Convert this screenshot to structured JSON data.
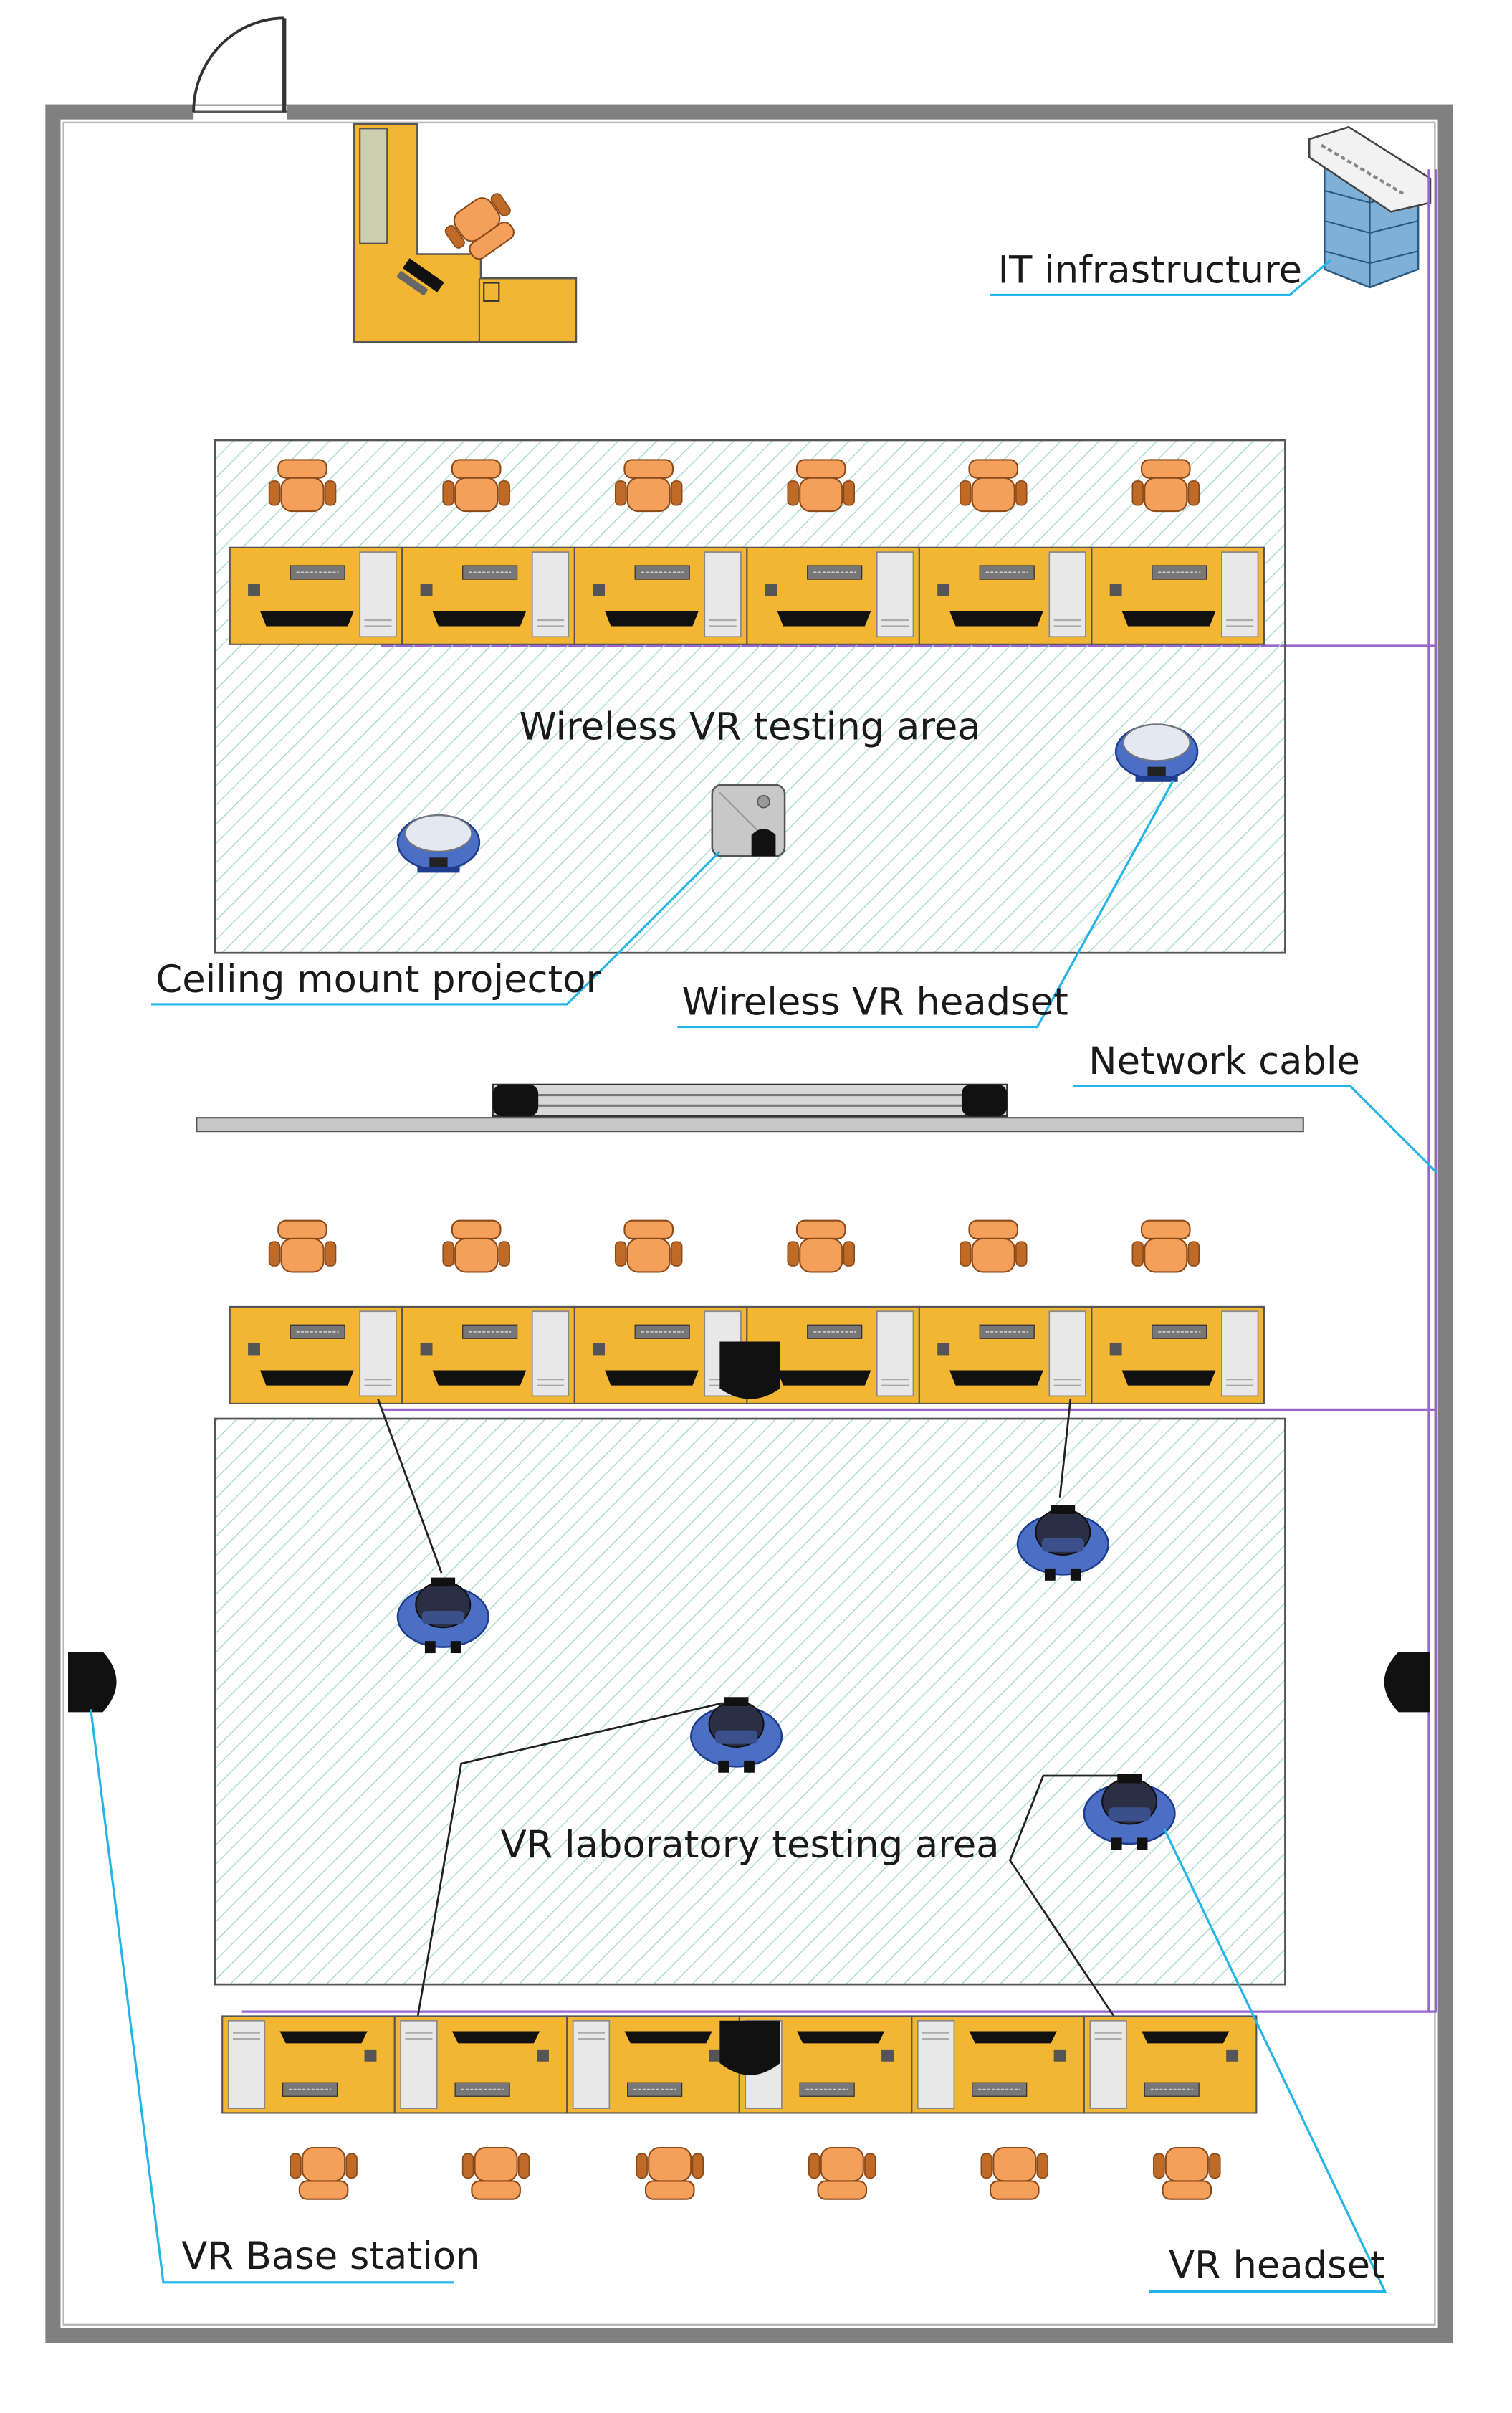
{
  "labels": {
    "it_infrastructure": "IT infrastructure",
    "wireless_area": "Wireless VR testing area",
    "ceiling_projector": "Ceiling mount projector",
    "wireless_headset": "Wireless VR headset",
    "network_cable": "Network cable",
    "lab_area": "VR laboratory testing area",
    "base_station": "VR Base station",
    "vr_headset": "VR headset"
  },
  "colors": {
    "wall": "#808080",
    "desk": "#f2b632",
    "chair": "#f5a05a",
    "hatch": "#a8d8c8",
    "callout": "#23b5e8",
    "network": "#9966cc",
    "headset": "#4a6fc4"
  },
  "icons": {
    "door": "door-icon",
    "server": "server-rack-icon",
    "chair": "chair-icon",
    "pc_tower": "pc-tower-icon",
    "projector": "projector-icon",
    "wireless_headset": "wireless-headset-icon",
    "wired_headset": "wired-headset-icon",
    "base_station": "base-station-icon",
    "screen": "projection-screen-icon"
  }
}
